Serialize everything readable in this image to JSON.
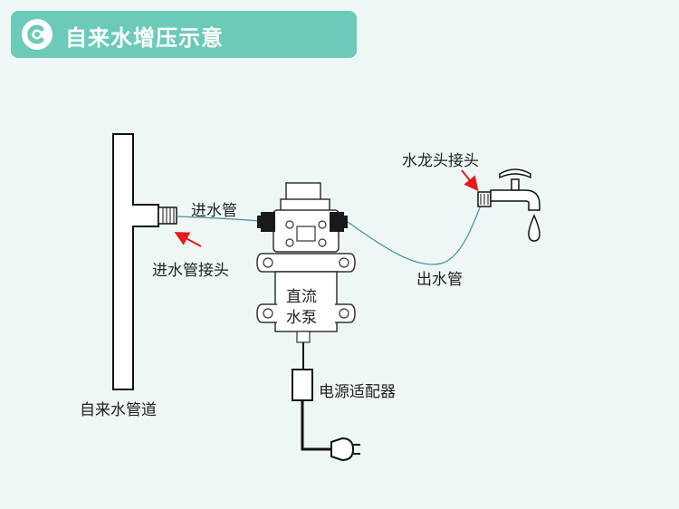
{
  "title": "自来水增压示意",
  "labels": {
    "inlet_pipe": "进水管",
    "inlet_connector": "进水管接头",
    "main_pipe": "自来水管道",
    "outlet_pipe": "出水管",
    "faucet_connector": "水龙头接头",
    "pump_line1": "直流",
    "pump_line2": "水泵",
    "power_adapter": "电源适配器"
  },
  "icons": [
    "title-badge-icon",
    "faucet-icon",
    "water-drop-icon",
    "plug-icon",
    "pointer-arrow-icon"
  ],
  "colors": {
    "title_bg": "#6ccab8",
    "pipe_line": "#4a8f9a",
    "arrow": "#e21b1b",
    "background": "#eef6f6"
  }
}
